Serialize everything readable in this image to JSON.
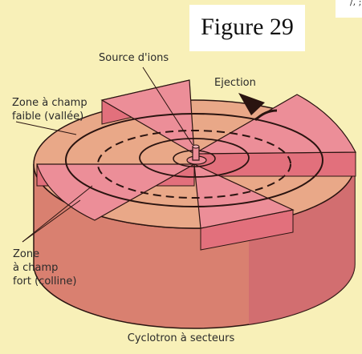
{
  "figure_label": "Figure 29",
  "corner_text": "/, ;",
  "labels": {
    "source": "Source d'ions",
    "ejection": "Ejection",
    "weak_line1": "Zone à champ",
    "weak_line2": "faible (vallée)",
    "strong_line1": "Zone",
    "strong_line2": "à champ",
    "strong_line3": "fort (colline)"
  },
  "caption": "Cyclotron à secteurs",
  "colors": {
    "background": "#f8f0b8",
    "hill_top": "#ec8e98",
    "hill_side": "#e2707c",
    "valley_top": "#e9a888",
    "side_body": "#d98070",
    "outline": "#2a1410"
  }
}
